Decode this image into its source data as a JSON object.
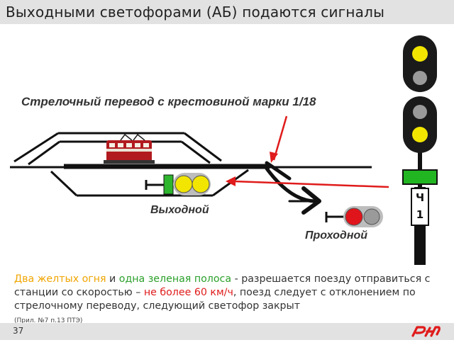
{
  "slide": {
    "title": "Выходными светофорами (АБ) подаются сигналы",
    "page_number": "37"
  },
  "diagram": {
    "switch_label": "Стрелочный перевод с крестовиной марки 1/18",
    "exit_signal_label": "Выходной",
    "pass_signal_label": "Проходной",
    "mast_letters": [
      "Ч",
      "1"
    ]
  },
  "caption": {
    "part1": "Два желтых огня",
    "part2": " и ",
    "part3": "одна зеленая полоса",
    "part4": " - ",
    "part5": "разрешается поезду отправиться с станции со скоростью – ",
    "part6": "не более 60 км/ч",
    "part7": ", поезд следует с отклонением по стрелочному переводу, следующий светофор закрыт",
    "ref": "(Прил. №7 п.13 ПТЭ)"
  },
  "colors": {
    "yellow": "#f2e600",
    "green": "#2db52d",
    "red": "#e0141b",
    "unlit": "#9a9a9a",
    "accent_red": "#e01b1b",
    "caption_orange": "#f0a500",
    "caption_green": "#2aa02a"
  }
}
